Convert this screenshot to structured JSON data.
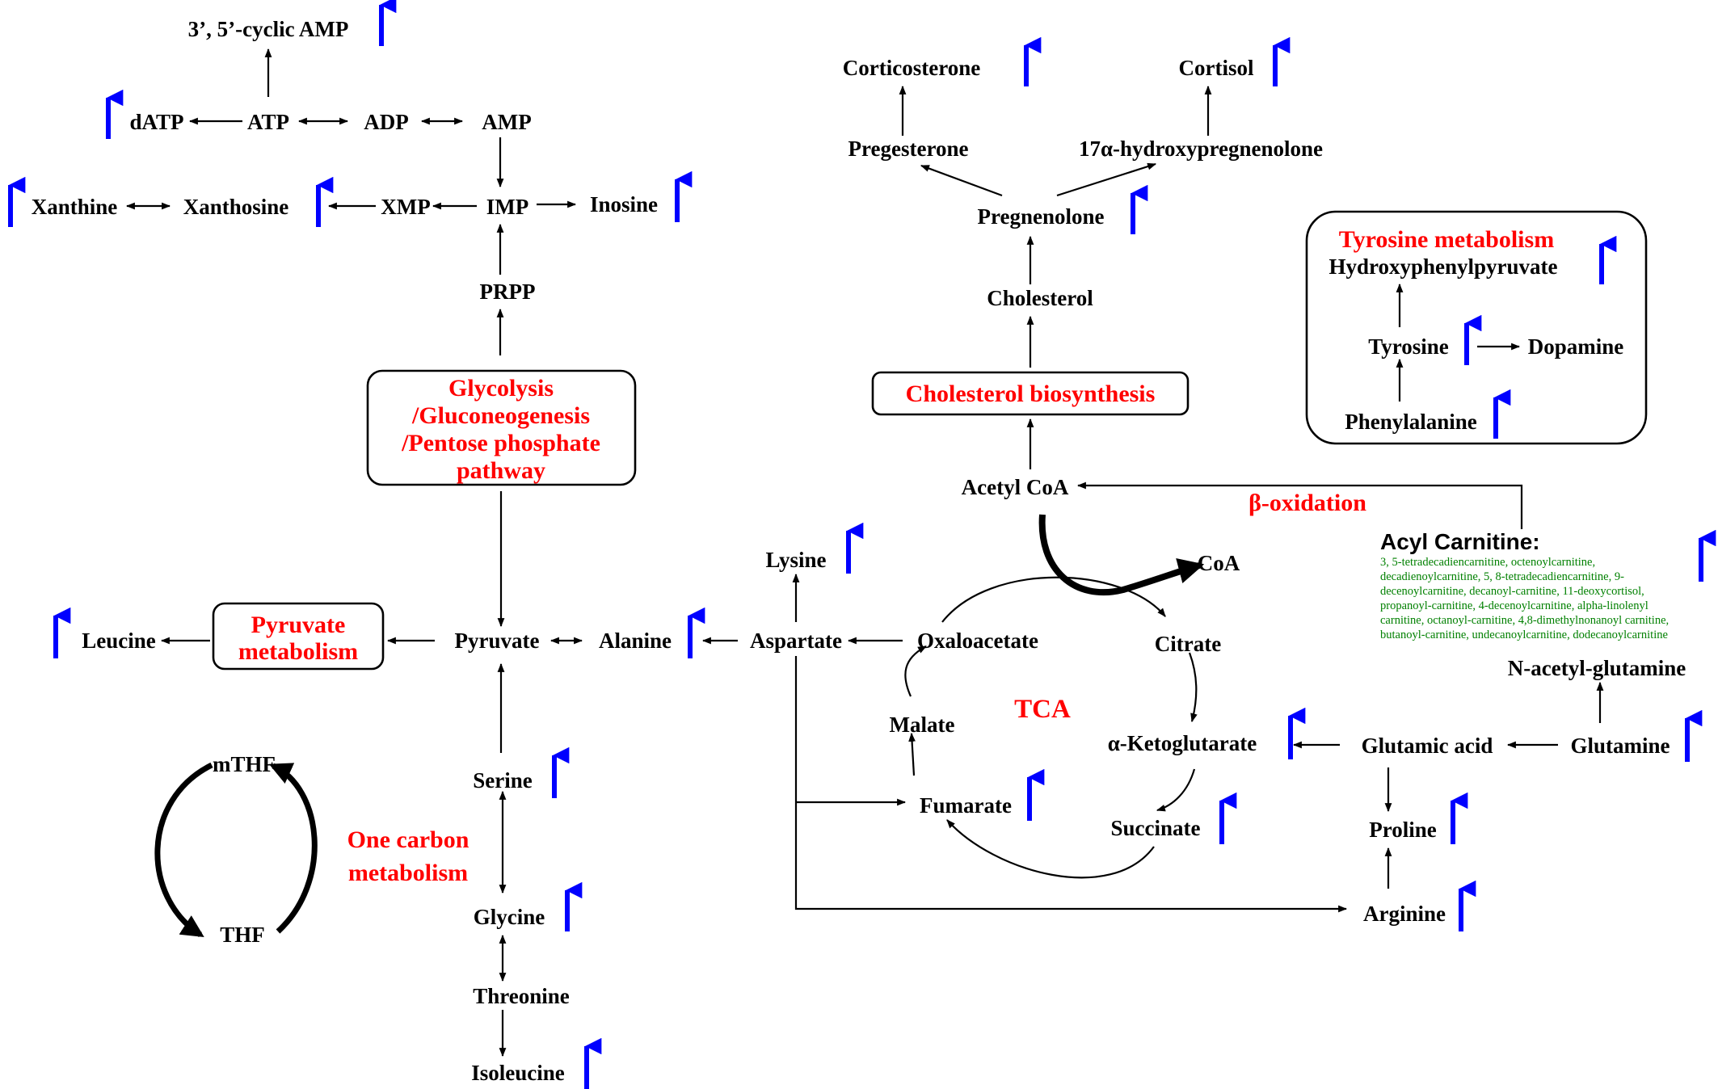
{
  "colors": {
    "metabolite": "#000000",
    "pathway": "#ff0000",
    "increase_arrow": "#0000ff",
    "acyl_species": "#008000"
  },
  "pathways": {
    "glycolysis": [
      "Glycolysis",
      "/Gluconeogenesis",
      "/Pentose phosphate",
      "pathway"
    ],
    "pyruvate": [
      "Pyruvate",
      "metabolism"
    ],
    "cholesterol": "Cholesterol  biosynthesis",
    "tyrosine": "Tyrosine  metabolism",
    "one_carbon": [
      "One carbon",
      "metabolism"
    ],
    "tca": "TCA",
    "beta_oxidation": "β-oxidation"
  },
  "metabolites": {
    "cyclic_amp": "3’, 5’-cyclic AMP",
    "datp": "dATP",
    "atp": "ATP",
    "adp": "ADP",
    "amp": "AMP",
    "xanthine": "Xanthine",
    "xanthosine": "Xanthosine",
    "xmp": "XMP",
    "imp": "IMP",
    "inosine": "Inosine",
    "prpp": "PRPP",
    "corticosterone": "Corticosterone",
    "cortisol": "Cortisol",
    "pregesterone": "Pregesterone",
    "hydroxypregnenolone": "17α-hydroxypregnenolone",
    "pregnenolone": "Pregnenolone",
    "cholesterol": "Cholesterol",
    "hydroxyphenylpyruvate": "Hydroxyphenylpyruvate",
    "tyrosine": "Tyrosine",
    "dopamine": "Dopamine",
    "phenylalanine": "Phenylalanine",
    "acetyl_coa": "Acetyl CoA",
    "coa": "CoA",
    "lysine": "Lysine",
    "leucine": "Leucine",
    "pyruvate": "Pyruvate",
    "alanine": "Alanine",
    "aspartate": "Aspartate",
    "oxaloacetate": "Oxaloacetate",
    "citrate": "Citrate",
    "malate": "Malate",
    "ketoglutarate": "α-Ketoglutarate",
    "glutamic_acid": "Glutamic acid",
    "glutamine": "Glutamine",
    "n_acetyl_glutamine": "N-acetyl-glutamine",
    "mthf": "mTHF",
    "thf": "THF",
    "serine": "Serine",
    "fumarate": "Fumarate",
    "succinate": "Succinate",
    "proline": "Proline",
    "glycine": "Glycine",
    "arginine": "Arginine",
    "threonine": "Threonine",
    "isoleucine": "Isoleucine"
  },
  "acyl_carnitine": {
    "title": "Acyl Carnitine:",
    "lines": [
      "3, 5-tetradecadiencarnitine, octenoylcarnitine,",
      "decadienoylcarnitine, 5, 8-tetradecadiencarnitine, 9-",
      "decenoylcarnitine, decanoyl-carnitine, 11-deoxycortisol,",
      "propanoyl-carnitine, 4-decenoylcarnitine, alpha-linolenyl",
      "carnitine, octanoyl-carnitine, 4,8-dimethylnonanoyl carnitine,",
      "butanoyl-carnitine, undecanoylcarnitine, dodecanoylcarnitine"
    ]
  },
  "increased": [
    "cyclic_amp",
    "datp",
    "xanthine",
    "xanthosine",
    "inosine",
    "corticosterone",
    "cortisol",
    "pregnenolone",
    "hydroxyphenylpyruvate",
    "tyrosine",
    "phenylalanine",
    "acyl_carnitine",
    "lysine",
    "leucine",
    "alanine",
    "ketoglutarate",
    "glutamine",
    "serine",
    "fumarate",
    "succinate",
    "proline",
    "glycine",
    "arginine",
    "isoleucine"
  ]
}
